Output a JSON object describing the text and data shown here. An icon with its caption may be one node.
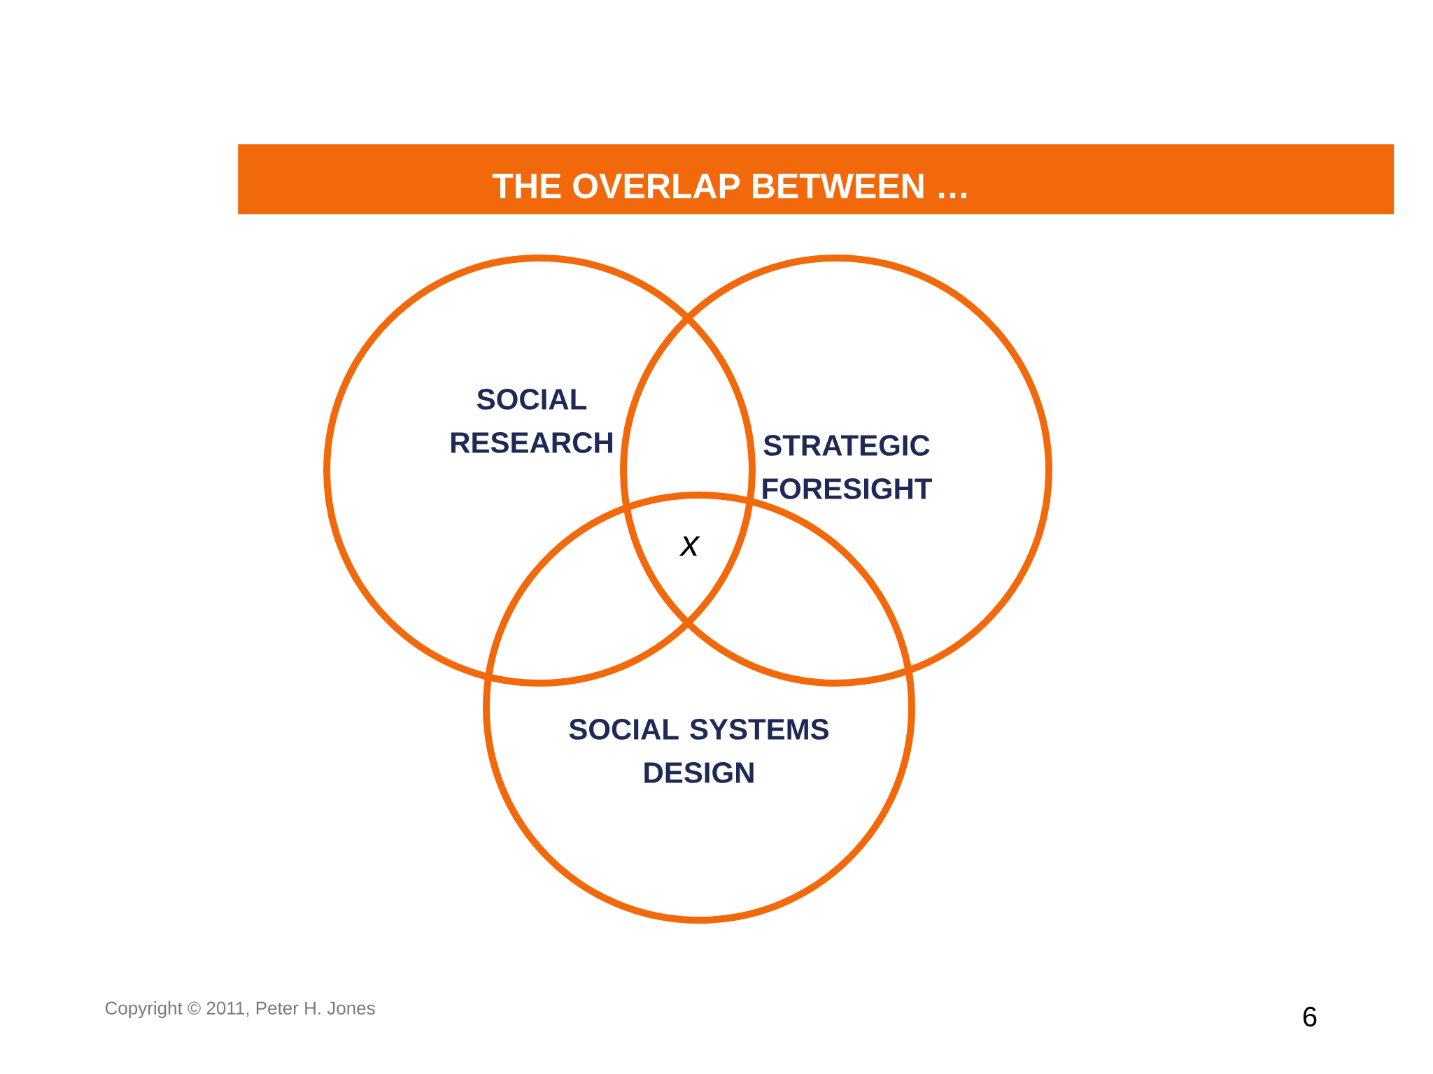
{
  "diagram": {
    "title": "THE OVERLAP BETWEEN …",
    "nodes": [
      {
        "text": [
          "SOCIAL RESEARCH"
        ]
      },
      {
        "text": [
          "STRATEGIC FORESIGHT"
        ]
      },
      {
        "text": [
          "SOCIAL SYSTEMS DESIGN"
        ]
      }
    ],
    "labels": [
      "x",
      "Copyright © 2011, Peter H. Jones",
      "6"
    ]
  }
}
